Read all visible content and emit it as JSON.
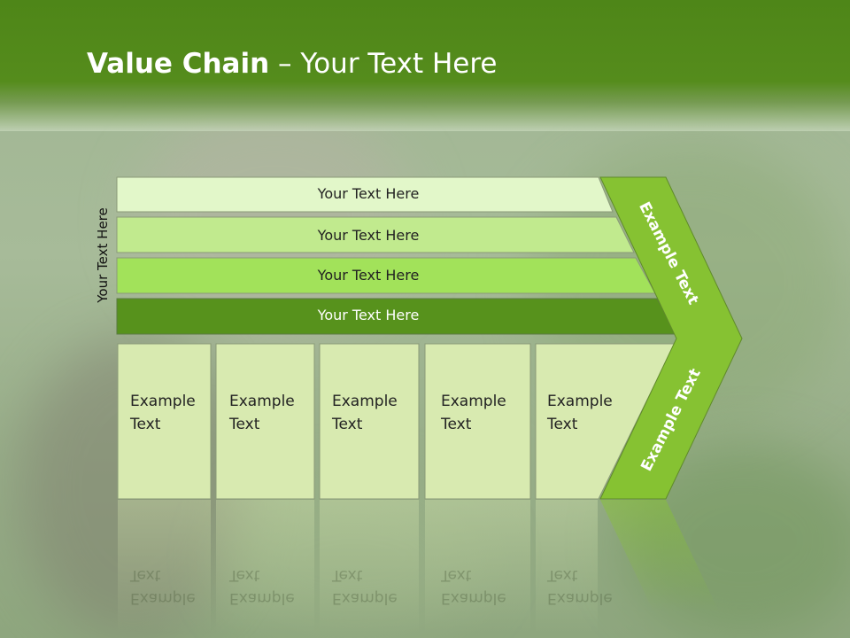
{
  "title": {
    "bold": "Value Chain",
    "rest": " – Your Text Here"
  },
  "side_label": "Your Text Here",
  "bars": [
    {
      "label": "Your Text Here",
      "color": "#e2f7c9"
    },
    {
      "label": "Your Text Here",
      "color": "#c1ea8e"
    },
    {
      "label": "Your Text Here",
      "color": "#a2e25a"
    },
    {
      "label": "Your Text Here",
      "color": "#57921c"
    }
  ],
  "boxes": [
    {
      "line1": "Example",
      "line2": "Text"
    },
    {
      "line1": "Example",
      "line2": "Text"
    },
    {
      "line1": "Example",
      "line2": "Text"
    },
    {
      "line1": "Example",
      "line2": "Text"
    },
    {
      "line1": "Example",
      "line2": "Text"
    }
  ],
  "arrow": {
    "top_label": "Example Text",
    "bottom_label": "Example Text",
    "color": "#86c232"
  },
  "box_color": "#d8eab0"
}
